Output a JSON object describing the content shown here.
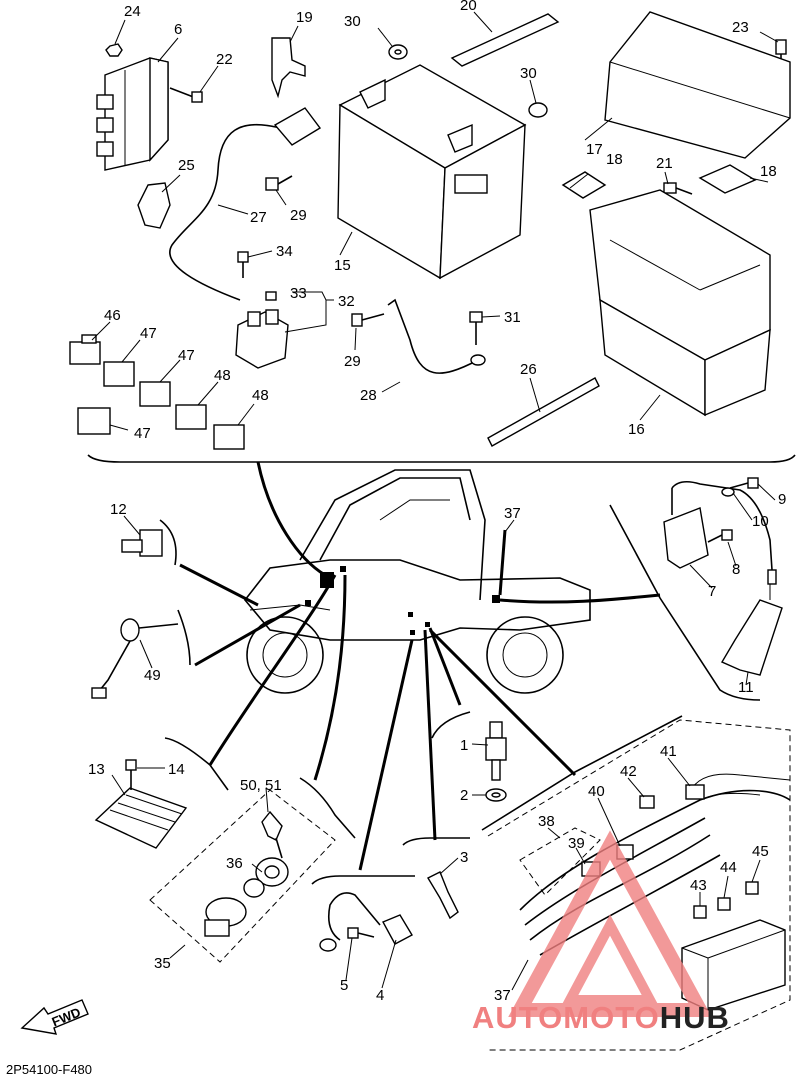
{
  "callouts": [
    {
      "id": "c24",
      "text": "24"
    },
    {
      "id": "c6",
      "text": "6"
    },
    {
      "id": "c22",
      "text": "22"
    },
    {
      "id": "c19",
      "text": "19"
    },
    {
      "id": "c30a",
      "text": "30"
    },
    {
      "id": "c20",
      "text": "20"
    },
    {
      "id": "c30b",
      "text": "30"
    },
    {
      "id": "c23",
      "text": "23"
    },
    {
      "id": "c17",
      "text": "17"
    },
    {
      "id": "c18a",
      "text": "18"
    },
    {
      "id": "c21",
      "text": "21"
    },
    {
      "id": "c18b",
      "text": "18"
    },
    {
      "id": "c25",
      "text": "25"
    },
    {
      "id": "c27",
      "text": "27"
    },
    {
      "id": "c29a",
      "text": "29"
    },
    {
      "id": "c15",
      "text": "15"
    },
    {
      "id": "c34",
      "text": "34"
    },
    {
      "id": "c33",
      "text": "33"
    },
    {
      "id": "c32",
      "text": "32"
    },
    {
      "id": "c31",
      "text": "31"
    },
    {
      "id": "c29b",
      "text": "29"
    },
    {
      "id": "c28",
      "text": "28"
    },
    {
      "id": "c26",
      "text": "26"
    },
    {
      "id": "c16",
      "text": "16"
    },
    {
      "id": "c46",
      "text": "46"
    },
    {
      "id": "c47a",
      "text": "47"
    },
    {
      "id": "c47b",
      "text": "47"
    },
    {
      "id": "c48a",
      "text": "48"
    },
    {
      "id": "c48b",
      "text": "48"
    },
    {
      "id": "c47c",
      "text": "47"
    },
    {
      "id": "c12",
      "text": "12"
    },
    {
      "id": "c37a",
      "text": "37"
    },
    {
      "id": "c9",
      "text": "9"
    },
    {
      "id": "c10",
      "text": "10"
    },
    {
      "id": "c8",
      "text": "8"
    },
    {
      "id": "c7",
      "text": "7"
    },
    {
      "id": "c11",
      "text": "11"
    },
    {
      "id": "c49",
      "text": "49"
    },
    {
      "id": "c1",
      "text": "1"
    },
    {
      "id": "c2",
      "text": "2"
    },
    {
      "id": "c41",
      "text": "41"
    },
    {
      "id": "c42",
      "text": "42"
    },
    {
      "id": "c40",
      "text": "40"
    },
    {
      "id": "c13",
      "text": "13"
    },
    {
      "id": "c14",
      "text": "14"
    },
    {
      "id": "c5051",
      "text": "50, 51"
    },
    {
      "id": "c38",
      "text": "38"
    },
    {
      "id": "c39",
      "text": "39"
    },
    {
      "id": "c45",
      "text": "45"
    },
    {
      "id": "c44",
      "text": "44"
    },
    {
      "id": "c43",
      "text": "43"
    },
    {
      "id": "c36",
      "text": "36"
    },
    {
      "id": "c3",
      "text": "3"
    },
    {
      "id": "c35",
      "text": "35"
    },
    {
      "id": "c5",
      "text": "5"
    },
    {
      "id": "c4",
      "text": "4"
    },
    {
      "id": "c37b",
      "text": "37"
    }
  ],
  "fwd_label": "FWD",
  "diagram_code": "2P54100-F480",
  "watermark": {
    "text_part1": "AUTOMOTO",
    "text_part2": "HUB",
    "color_primary": "#f08080",
    "color_secondary": "#222222"
  }
}
